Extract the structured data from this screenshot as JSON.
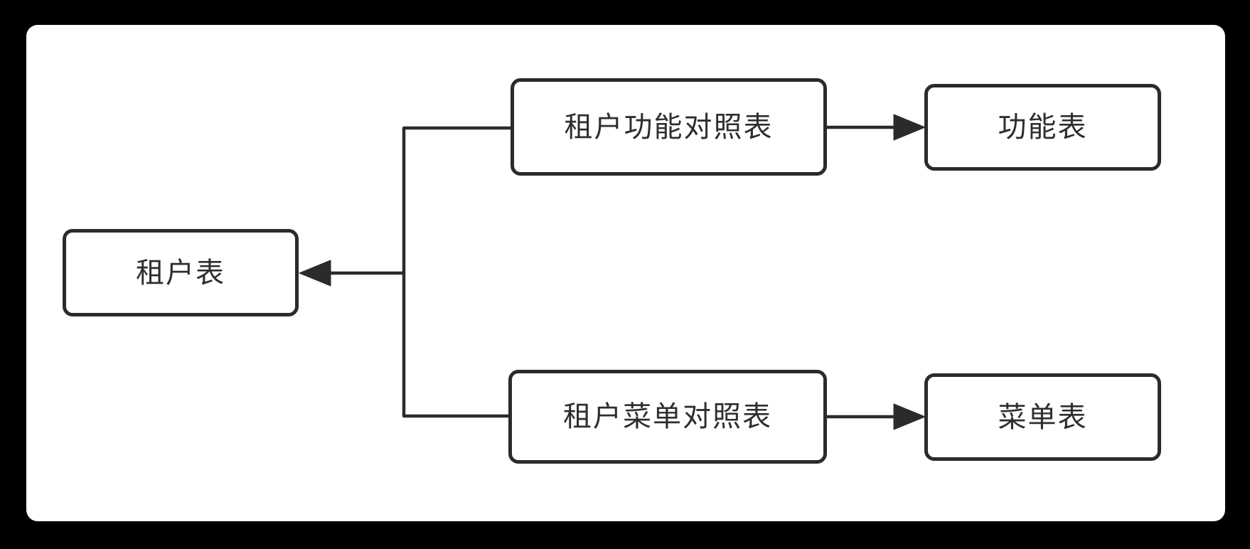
{
  "diagram": {
    "nodes": {
      "tenant_table": {
        "label": "租户表"
      },
      "tenant_function_map_table": {
        "label": "租户功能对照表"
      },
      "function_table": {
        "label": "功能表"
      },
      "tenant_menu_map_table": {
        "label": "租户菜单对照表"
      },
      "menu_table": {
        "label": "菜单表"
      }
    },
    "edges": [
      {
        "from": "租户功能对照表",
        "to": "租户表",
        "style": "solid-arrow"
      },
      {
        "from": "租户菜单对照表",
        "to": "租户表",
        "style": "solid-arrow"
      },
      {
        "from": "租户功能对照表",
        "to": "功能表",
        "style": "solid-arrow"
      },
      {
        "from": "租户菜单对照表",
        "to": "菜单表",
        "style": "solid-arrow"
      }
    ],
    "colors": {
      "canvas_background": "#000000",
      "panel_background": "#ffffff",
      "stroke": "#2b2b2b",
      "text": "#2e2e2e"
    }
  }
}
